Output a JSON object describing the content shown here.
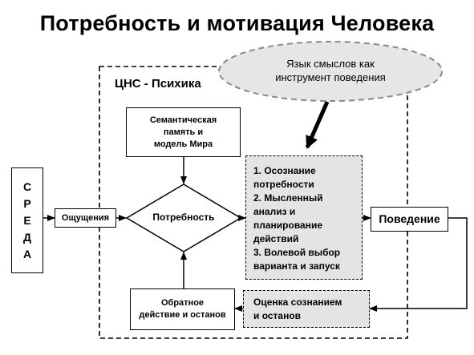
{
  "title": "Потребность и мотивация Человека",
  "frame_label": "ЦНС - Психика",
  "language_note": {
    "line1": "Язык смыслов как",
    "line2": "инструмент поведения"
  },
  "environment": {
    "letters": [
      "С",
      "Р",
      "Е",
      "Д",
      "А"
    ]
  },
  "sensations": "Ощущения",
  "semantic_memory": {
    "line1": "Семантическая",
    "line2": "память и",
    "line3": "модель Мира"
  },
  "need": "Потребность",
  "process_steps": {
    "l1": "1. Осознание",
    "l2": "потребности",
    "l3": "2. Мысленный",
    "l4": "анализ и",
    "l5": "планирование",
    "l6": "действий",
    "l7": "3. Волевой выбор",
    "l8": "варианта и запуск"
  },
  "behavior": "Поведение",
  "assessment": {
    "line1": "Оценка  сознанием",
    "line2": "и останов"
  },
  "feedback": {
    "line1": "Обратное",
    "line2": "действие и останов"
  }
}
